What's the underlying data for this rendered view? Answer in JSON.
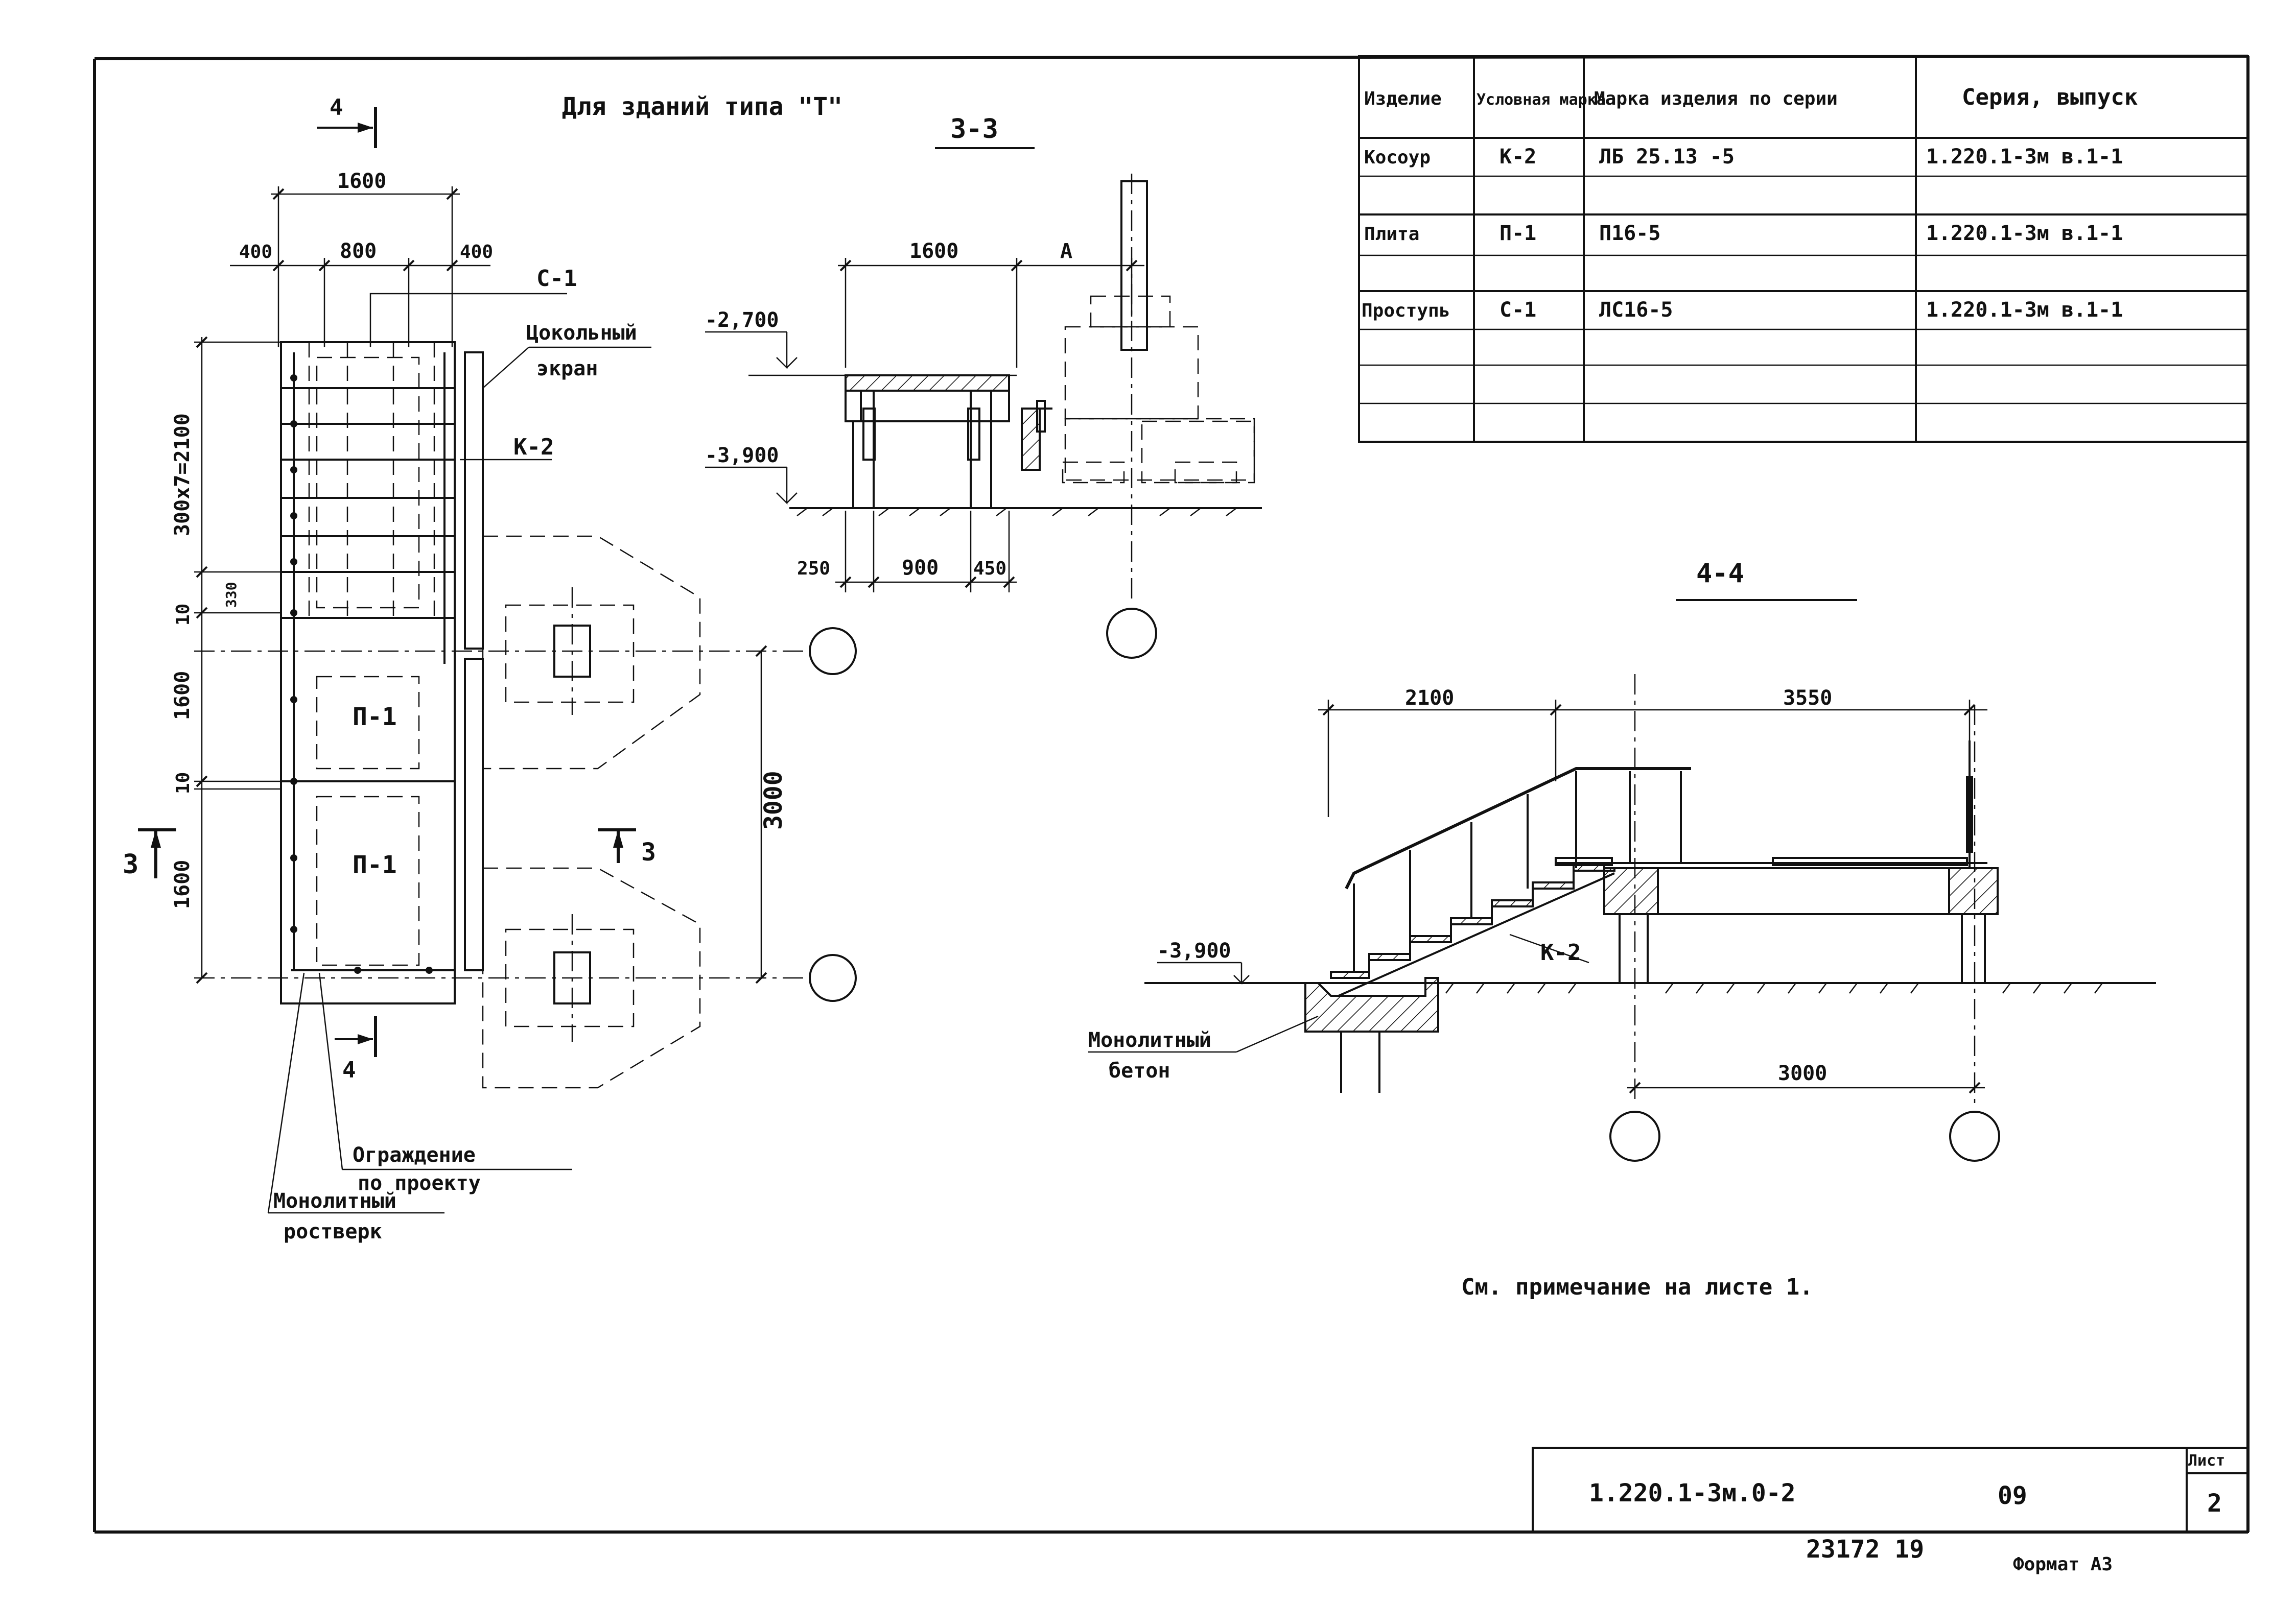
{
  "title_note": "Для зданий типа \"Т\"",
  "plan": {
    "dims_top": {
      "total": "1600",
      "left": "400",
      "middle": "800",
      "right": "400"
    },
    "dims_left": {
      "treads": "300x7=2100",
      "small_a": "330",
      "gap1": "10",
      "slab1": "1600",
      "gap2": "10",
      "slab2": "1600",
      "axes": "3000"
    },
    "labels": {
      "tread": "С-1",
      "stringer": "К-2",
      "slab_a": "П-1",
      "slab_b": "П-1",
      "screen_line1": "Цокольный",
      "screen_line2": "экран"
    },
    "section_marks": {
      "s4_top": "4",
      "s4_bottom": "4",
      "s3_left": "3",
      "s3_right": "3"
    },
    "callouts": {
      "fence_line1": "Ограждение",
      "fence_line2": "по проекту",
      "grillage_line1": "Монолитный",
      "grillage_line2": "ростверк"
    }
  },
  "section33": {
    "title": "3-3",
    "level_top": "-2,700",
    "level_bottom": "-3,900",
    "dim_top": "1600",
    "dim_top_label": "А",
    "dims_bottom": [
      "250",
      "900",
      "450"
    ]
  },
  "section44": {
    "title": "4-4",
    "dim_left": "2100",
    "dim_right": "3550",
    "level": "-3,900",
    "stringer": "К-2",
    "concrete_line1": "Монолитный",
    "concrete_line2": "бетон",
    "axes_dim": "3000"
  },
  "table": {
    "headers": [
      "Изделие",
      "Условная марка",
      "Марка изделия по серии",
      "Серия, выпуск"
    ],
    "rows": [
      [
        "Косоур",
        "К-2",
        "ЛБ 25.13 -5",
        "1.220.1-3м в.1-1"
      ],
      [
        "",
        "",
        "",
        ""
      ],
      [
        "Плита",
        "П-1",
        "П16-5",
        "1.220.1-3м в.1-1"
      ],
      [
        "",
        "",
        "",
        ""
      ],
      [
        "Проступь",
        "С-1",
        "ЛС16-5",
        "1.220.1-3м в.1-1"
      ],
      [
        "",
        "",
        "",
        ""
      ],
      [
        "",
        "",
        "",
        ""
      ],
      [
        "",
        "",
        "",
        ""
      ]
    ]
  },
  "note": "См. примечание   на листе 1.",
  "stamp": {
    "code": "1.220.1-3м.0-2",
    "page_code": "09",
    "sheet_label": "Лист",
    "sheet_number": "2",
    "inventory": "23172  19",
    "format": "Формат А3"
  }
}
